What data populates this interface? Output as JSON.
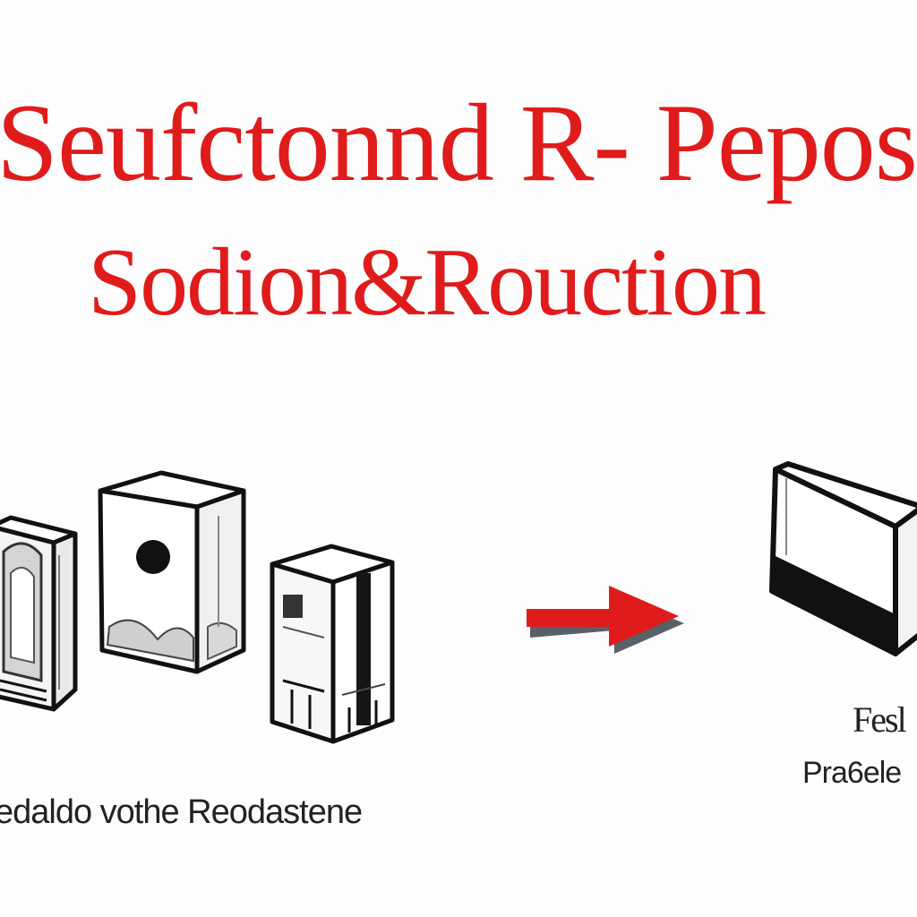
{
  "title": {
    "line1": "Seufctonnd R- Pepos:",
    "line2": "Sodion&Rouction"
  },
  "labels": {
    "left_caption": "edaldo vothe Reodastene",
    "right_caption_top": "Fesl",
    "right_caption_bottom": "Pra6ele"
  },
  "icons": {
    "source_units": [
      "server-unit-icon",
      "speaker-unit-icon",
      "tower-unit-icon"
    ],
    "arrow": "arrow-right-icon",
    "destination": "box-container-icon"
  },
  "colors": {
    "title": "#e01b1b",
    "arrow": "#e01b1b",
    "arrow_shadow": "#5a6068",
    "outline": "#111111",
    "caption": "#222222"
  }
}
